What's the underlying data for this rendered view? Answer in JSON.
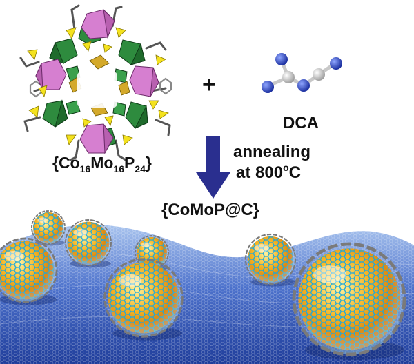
{
  "diagram": {
    "precursor": {
      "prefix": "{Co",
      "co_sub": "16",
      "mo": "Mo",
      "mo_sub": "16",
      "p": "P",
      "p_sub": "24",
      "suffix": "}"
    },
    "plus_sign": "+",
    "ligand_label": "DCA",
    "condition_line1": "annealing",
    "condition_line2_prefix": "at 800",
    "condition_degree": "o",
    "condition_unit": "C",
    "product_label": "{CoMoP@C}",
    "colors": {
      "octahedron_green": "#2e8b3e",
      "octahedron_pink": "#d67fd0",
      "tetrahedron_yellow": "#f4e21e",
      "tetrahedron_gold": "#d4a92a",
      "nitrogen_blue": "#2040b8",
      "carbon_grey": "#bdbdbd",
      "arrow_blue": "#2a2f8f",
      "graphene_blue": "#3f63c8",
      "shell_cyan": "#22a8d8",
      "core_orange": "#f5a11b"
    }
  }
}
